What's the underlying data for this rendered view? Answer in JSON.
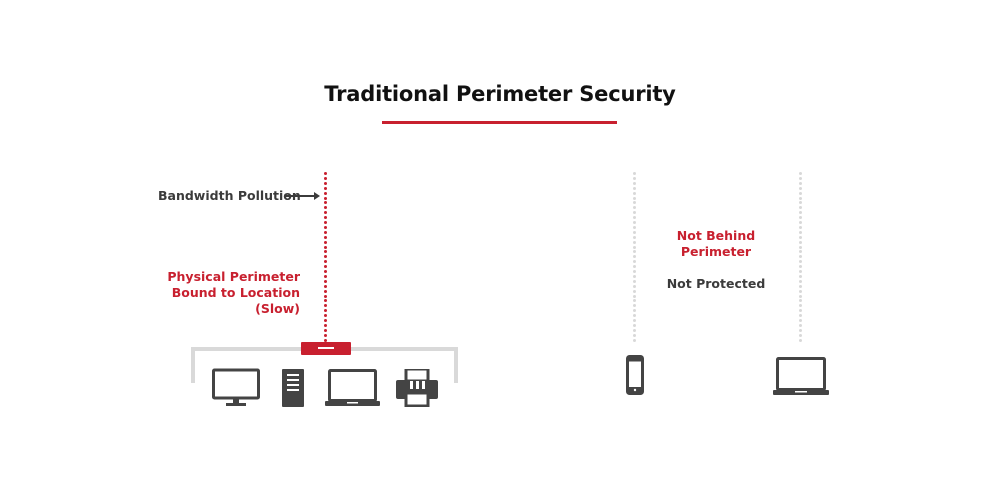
{
  "title": "Traditional Perimeter Security",
  "left_panel": {
    "bandwidth_label": "Bandwidth Pollution",
    "perimeter_label_lines": [
      "Physical Perimeter",
      "Bound to Location",
      "(Slow)"
    ],
    "devices": [
      "desktop-monitor-icon",
      "server-tower-icon",
      "laptop-icon",
      "printer-icon"
    ]
  },
  "right_panel": {
    "not_behind_lines": [
      "Not Behind",
      "Perimeter"
    ],
    "not_protected": "Not Protected",
    "devices": [
      "smartphone-icon",
      "laptop-icon"
    ]
  },
  "colors": {
    "accent_red": "#c8202f",
    "device_gray": "#444444",
    "dotted_gray": "#d8d8d8",
    "text_dark": "#3b3b3b"
  }
}
